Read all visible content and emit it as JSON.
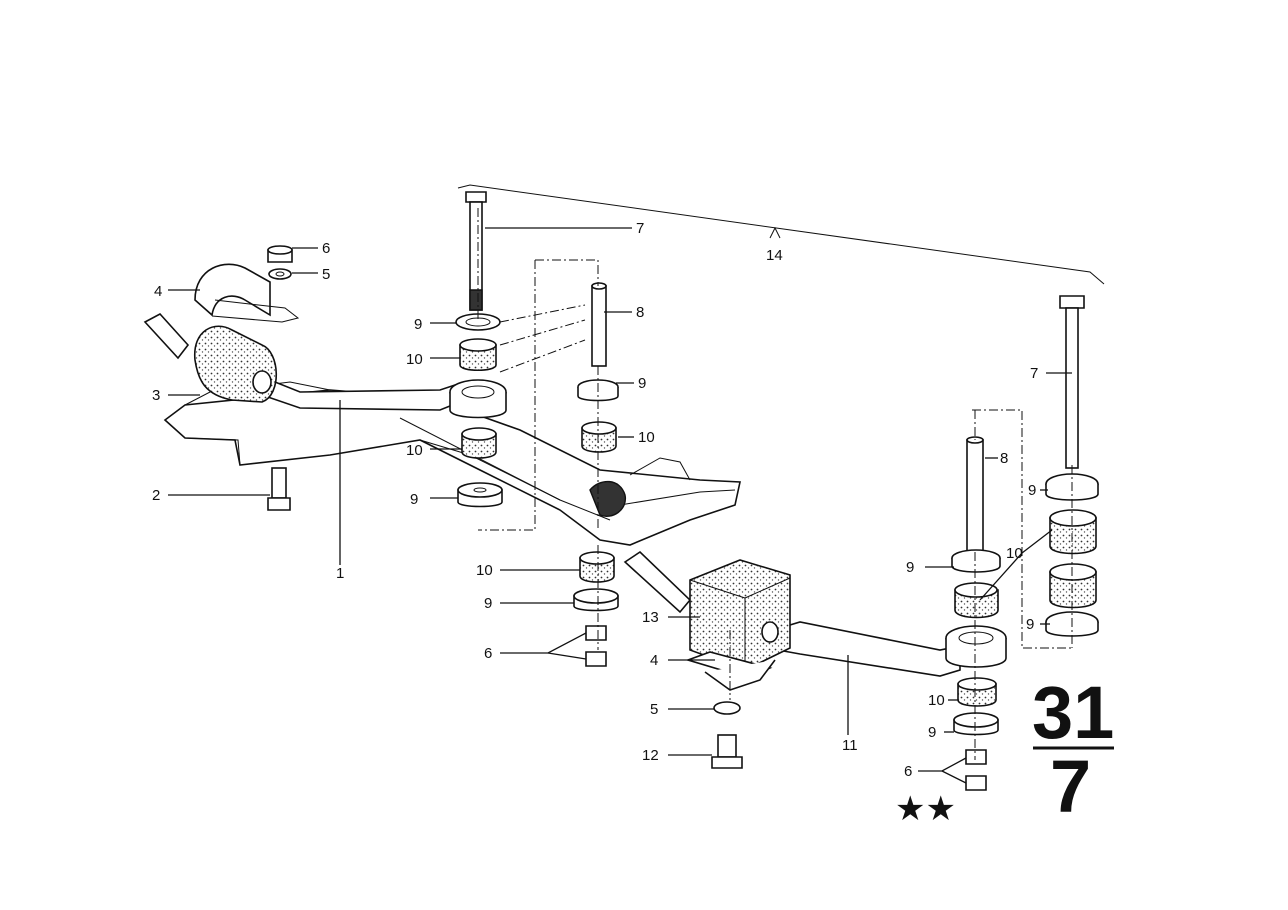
{
  "callouts": {
    "c1": "1",
    "c2": "2",
    "c3": "3",
    "c4a": "4",
    "c4b": "4",
    "c5a": "5",
    "c5b": "5",
    "c6a": "6",
    "c6b": "6",
    "c6c": "6",
    "c7a": "7",
    "c7b": "7",
    "c8a": "8",
    "c8b": "8",
    "c9a": "9",
    "c9b": "9",
    "c9c": "9",
    "c9d": "9",
    "c9e": "9",
    "c9f": "9",
    "c9g": "9",
    "c9h": "9",
    "c10a": "10",
    "c10b": "10",
    "c10c": "10",
    "c10d": "10",
    "c10e": "10",
    "c10f": "10",
    "c11": "11",
    "c12": "12",
    "c13": "13",
    "c14": "14"
  },
  "group_code": {
    "top": "31",
    "bottom": "7"
  },
  "marker": "★★",
  "colors": {
    "ink": "#111111",
    "background": "#ffffff"
  }
}
